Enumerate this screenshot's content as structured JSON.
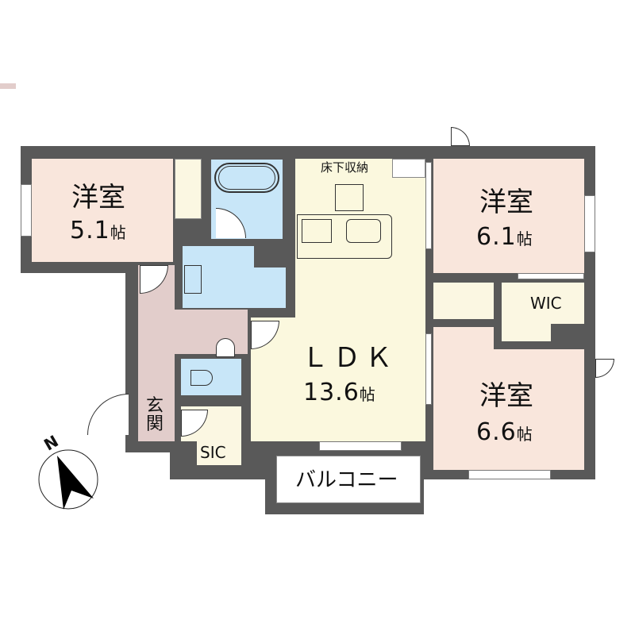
{
  "plan": {
    "colors": {
      "wall": "#595959",
      "western_room": "#f9e6dc",
      "ldk": "#fbf8de",
      "wet_area": "#c8e6f8",
      "entrance": "#e2cdcb",
      "storage": "#fbf7e2"
    },
    "rooms": {
      "western_1": {
        "name": "洋室",
        "size": "5.1",
        "unit": "帖"
      },
      "western_2": {
        "name": "洋室",
        "size": "6.1",
        "unit": "帖"
      },
      "western_3": {
        "name": "洋室",
        "size": "6.6",
        "unit": "帖"
      },
      "ldk": {
        "name": "ＬＤＫ",
        "size": "13.6",
        "unit": "帖"
      },
      "underfloor_storage": {
        "name": "床下収納"
      },
      "wic": {
        "name": "WIC"
      },
      "sic": {
        "name": "SIC"
      },
      "entrance": {
        "name": "玄関"
      },
      "balcony": {
        "name": "バルコニー"
      }
    },
    "compass": {
      "label": "N",
      "icon": "north-arrow-icon"
    }
  }
}
